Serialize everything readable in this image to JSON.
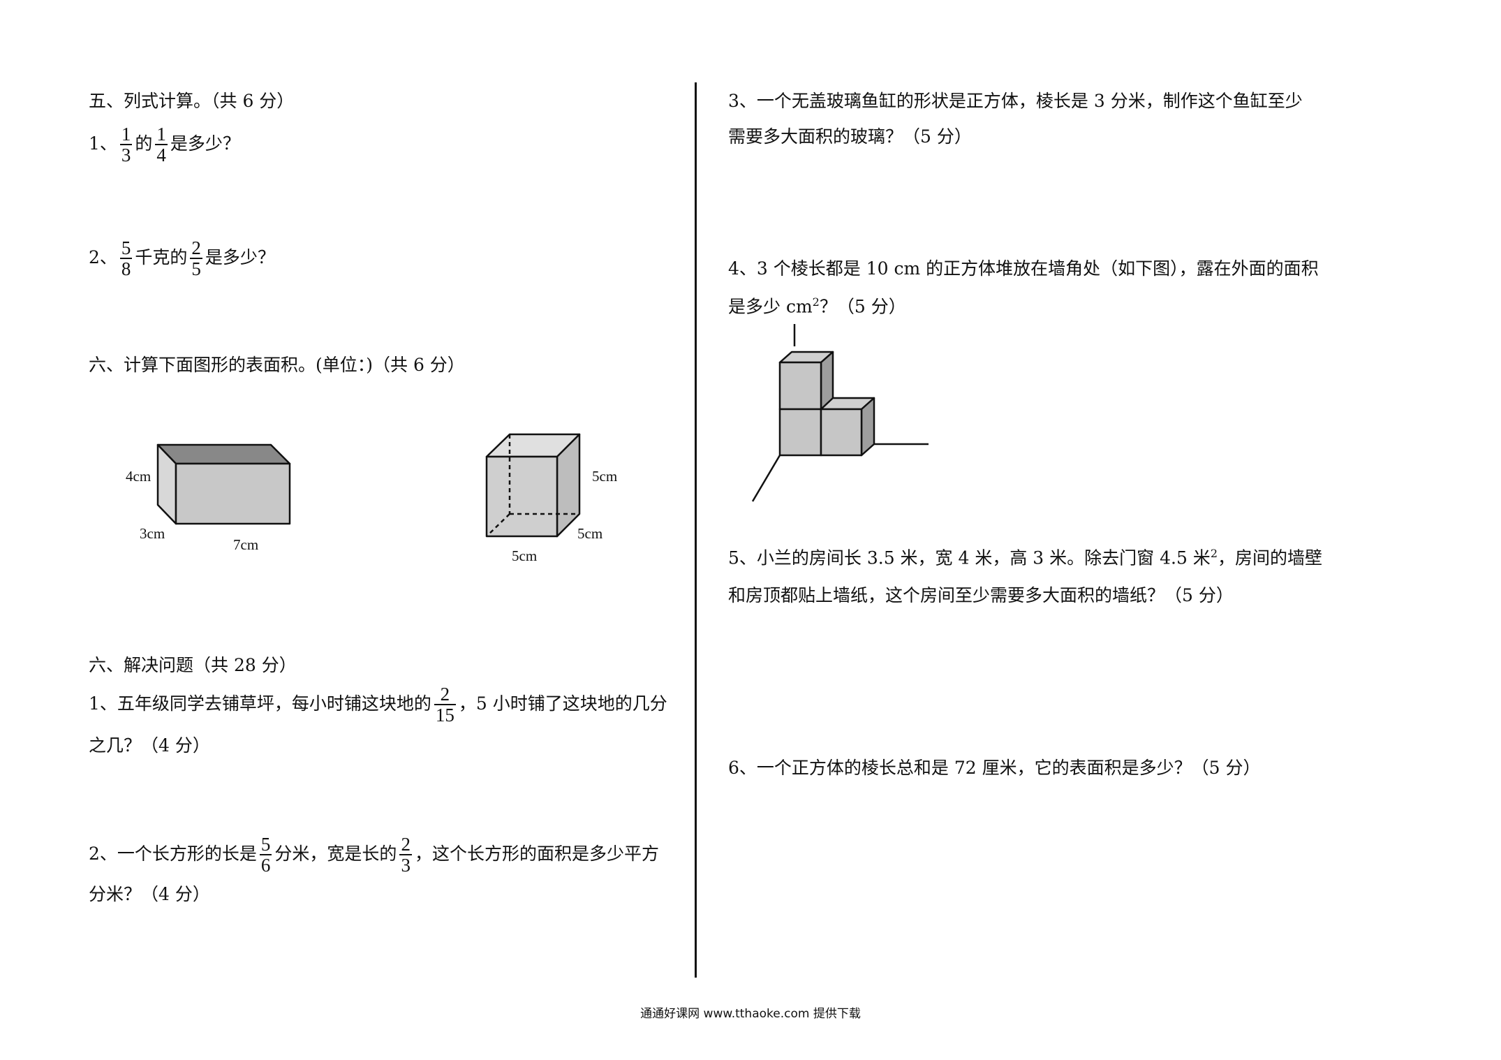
{
  "left": {
    "sec5_title": "五、列式计算。（共 6 分）",
    "q1_prefix": "1、",
    "q1_f1_num": "1",
    "q1_f1_den": "3",
    "q1_mid": "的",
    "q1_f2_num": "1",
    "q1_f2_den": "4",
    "q1_suffix": "是多少？",
    "q2_prefix": "2、",
    "q2_f1_num": "5",
    "q2_f1_den": "8",
    "q2_mid": "千克的",
    "q2_f2_num": "2",
    "q2_f2_den": "5",
    "q2_suffix": "是多少？",
    "sec6_title": "六、计算下面图形的表面积。(单位：)（共 6 分）",
    "cuboid_labels": {
      "height": "4cm",
      "width": "3cm",
      "length": "7cm"
    },
    "cube_labels": {
      "height": "5cm",
      "depth": "5cm",
      "bottom": "5cm"
    },
    "sec7_title": "六、解决问题（共 28 分）",
    "p1_prefix": "1、五年级同学去铺草坪，每小时铺这块地的",
    "p1_f_num": "2",
    "p1_f_den": "15",
    "p1_suffix": "，5 小时铺了这块地的几分",
    "p1_line2": "之几？（4 分）",
    "p2_prefix": "2、一个长方形的长是",
    "p2_f1_num": "5",
    "p2_f1_den": "6",
    "p2_mid": "分米，宽是长的",
    "p2_f2_num": "2",
    "p2_f2_den": "3",
    "p2_suffix": "，这个长方形的面积是多少平方",
    "p2_line2": "分米？（4 分）"
  },
  "right": {
    "p3_line1": "3、一个无盖玻璃鱼缸的形状是正方体，棱长是  3  分米，制作这个鱼缸至少",
    "p3_line2": "需要多大面积的玻璃？（5 分）",
    "p4_line1": "4、3 个棱长都是 10 cm 的正方体堆放在墙角处（如下图），露在外面的面积",
    "p4_line2_a": "是多少 cm",
    "p4_sup": "2",
    "p4_line2_b": "？（5 分）",
    "p5_line1_a": "5、小兰的房间长 3.5 米，宽 4 米，高 3 米。除去门窗 4.5 米",
    "p5_sup": "2",
    "p5_line1_b": "，房间的墙壁",
    "p5_line2": "和房顶都贴上墙纸，这个房间至少需要多大面积的墙纸？（5 分）",
    "p6_line1": "6、一个正方体的棱长总和是 72 厘米，它的表面积是多少？（5 分）"
  },
  "footer": "通通好课网  www.tthaoke.com  提供下载"
}
